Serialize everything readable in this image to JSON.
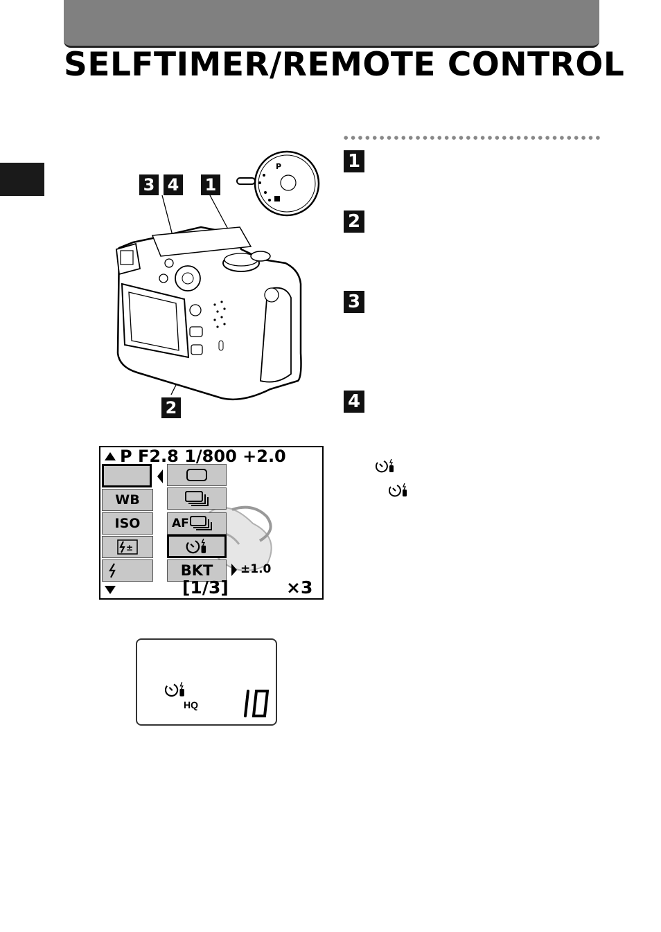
{
  "header": {
    "title": "SELFTIMER/REMOTE CONTROL"
  },
  "camera_figure": {
    "callouts": [
      "3",
      "4",
      "1",
      "2"
    ]
  },
  "steps": [
    "1",
    "2",
    "3",
    "4"
  ],
  "step_icons": [
    "selftimer-remote-icon",
    "selftimer-remote-icon"
  ],
  "menu_screen": {
    "status_line": "P F2.8  1/800 +2.0",
    "left_items": [
      "",
      "WB",
      "ISO",
      "flash-exposure-icon",
      "flash-icon"
    ],
    "mid_items": [
      "single-frame-icon",
      "sequential-icon",
      "AF",
      "selftimer-remote-icon",
      "BKT"
    ],
    "bkt_value": "±1.0",
    "page_indicator": "[1/3]",
    "multiplier": "×3"
  },
  "lcd_panel": {
    "quality": "HQ",
    "frames_remaining": "10",
    "icon": "selftimer-remote-icon"
  }
}
